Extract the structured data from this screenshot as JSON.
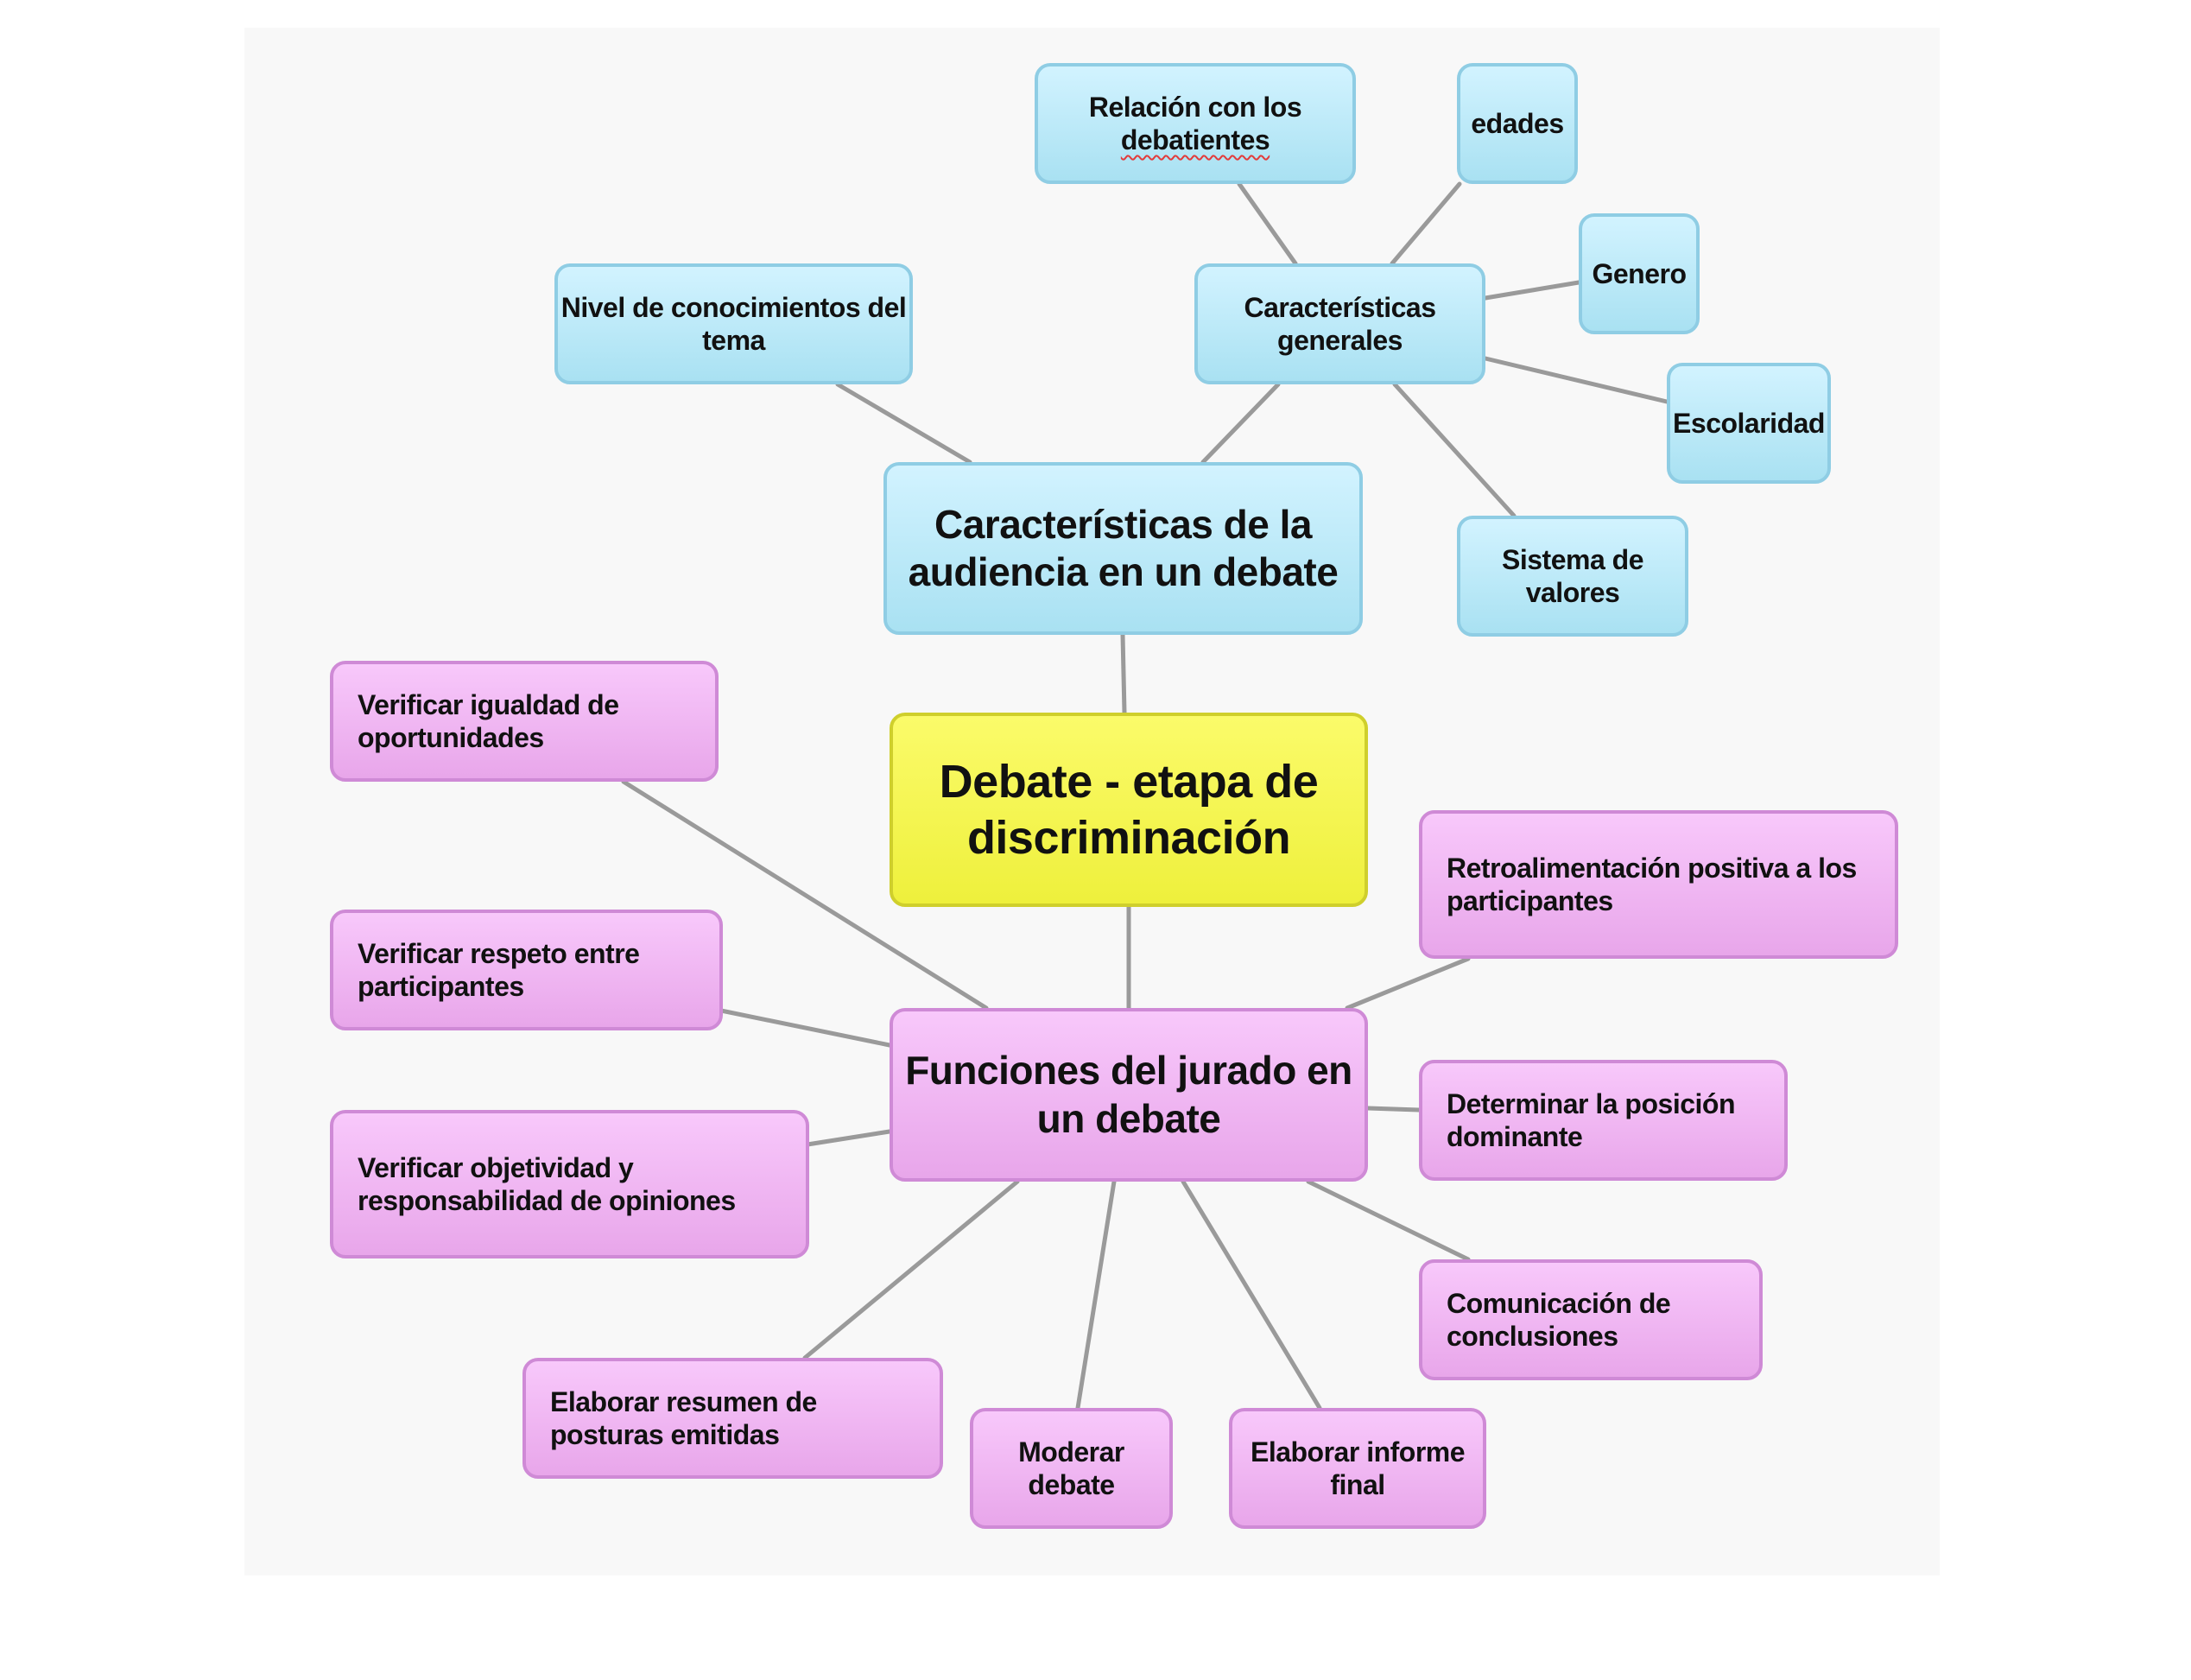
{
  "root": {
    "label": "Debate - etapa de discriminación"
  },
  "audience": {
    "label": "Características de la audiencia en un debate",
    "nivel": "Nivel de conocimientos del tema",
    "generales": {
      "label": "Características generales",
      "relacion_prefix": "Relación con los ",
      "relacion_word": "debatientes",
      "edades": "edades",
      "genero": "Genero",
      "escolaridad": "Escolaridad",
      "valores": "Sistema de valores"
    }
  },
  "jury": {
    "label": "Funciones del jurado en un debate",
    "igualdad": "Verificar igualdad de oportunidades",
    "respeto": "Verificar respeto entre participantes",
    "objetividad": "Verificar  objetividad y responsabilidad de opiniones",
    "resumen": "Elaborar resumen de posturas emitidas",
    "moderar": "Moderar debate",
    "informe": "Elaborar informe final",
    "retro": "Retroalimentación positiva a los participantes",
    "posicion": "Determinar la posición dominante",
    "comunicacion": "Comunicación de conclusiones"
  },
  "colors": {
    "root": "#f3f34e",
    "audience": "#bfeaf8",
    "jury": "#f0b8f3",
    "connector": "#9a9a9a"
  }
}
